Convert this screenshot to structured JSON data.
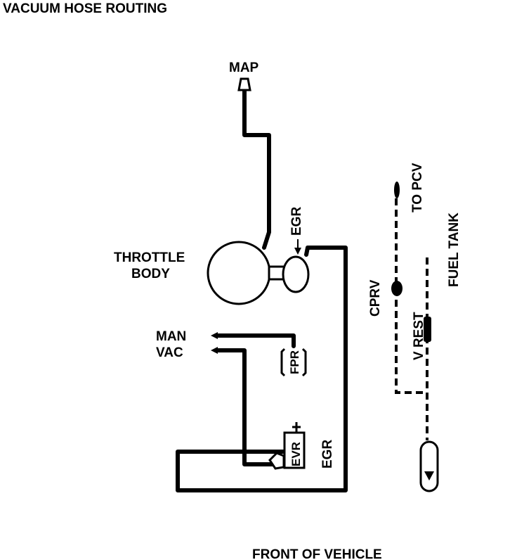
{
  "title": "VACUUM HOSE ROUTING",
  "labels": {
    "map": "MAP",
    "throttle_line1": "THROTTLE",
    "throttle_line2": "BODY",
    "egr_top": "EGR",
    "man": "MAN",
    "vac": "VAC",
    "fpr": "FPR",
    "evr": "EVR",
    "egr_bottom": "EGR",
    "to_pcv": "TO PCV",
    "fuel_tank": "FUEL TANK",
    "cprv": "CPRV",
    "v_rest": "V REST",
    "front": "FRONT OF VEHICLE"
  }
}
